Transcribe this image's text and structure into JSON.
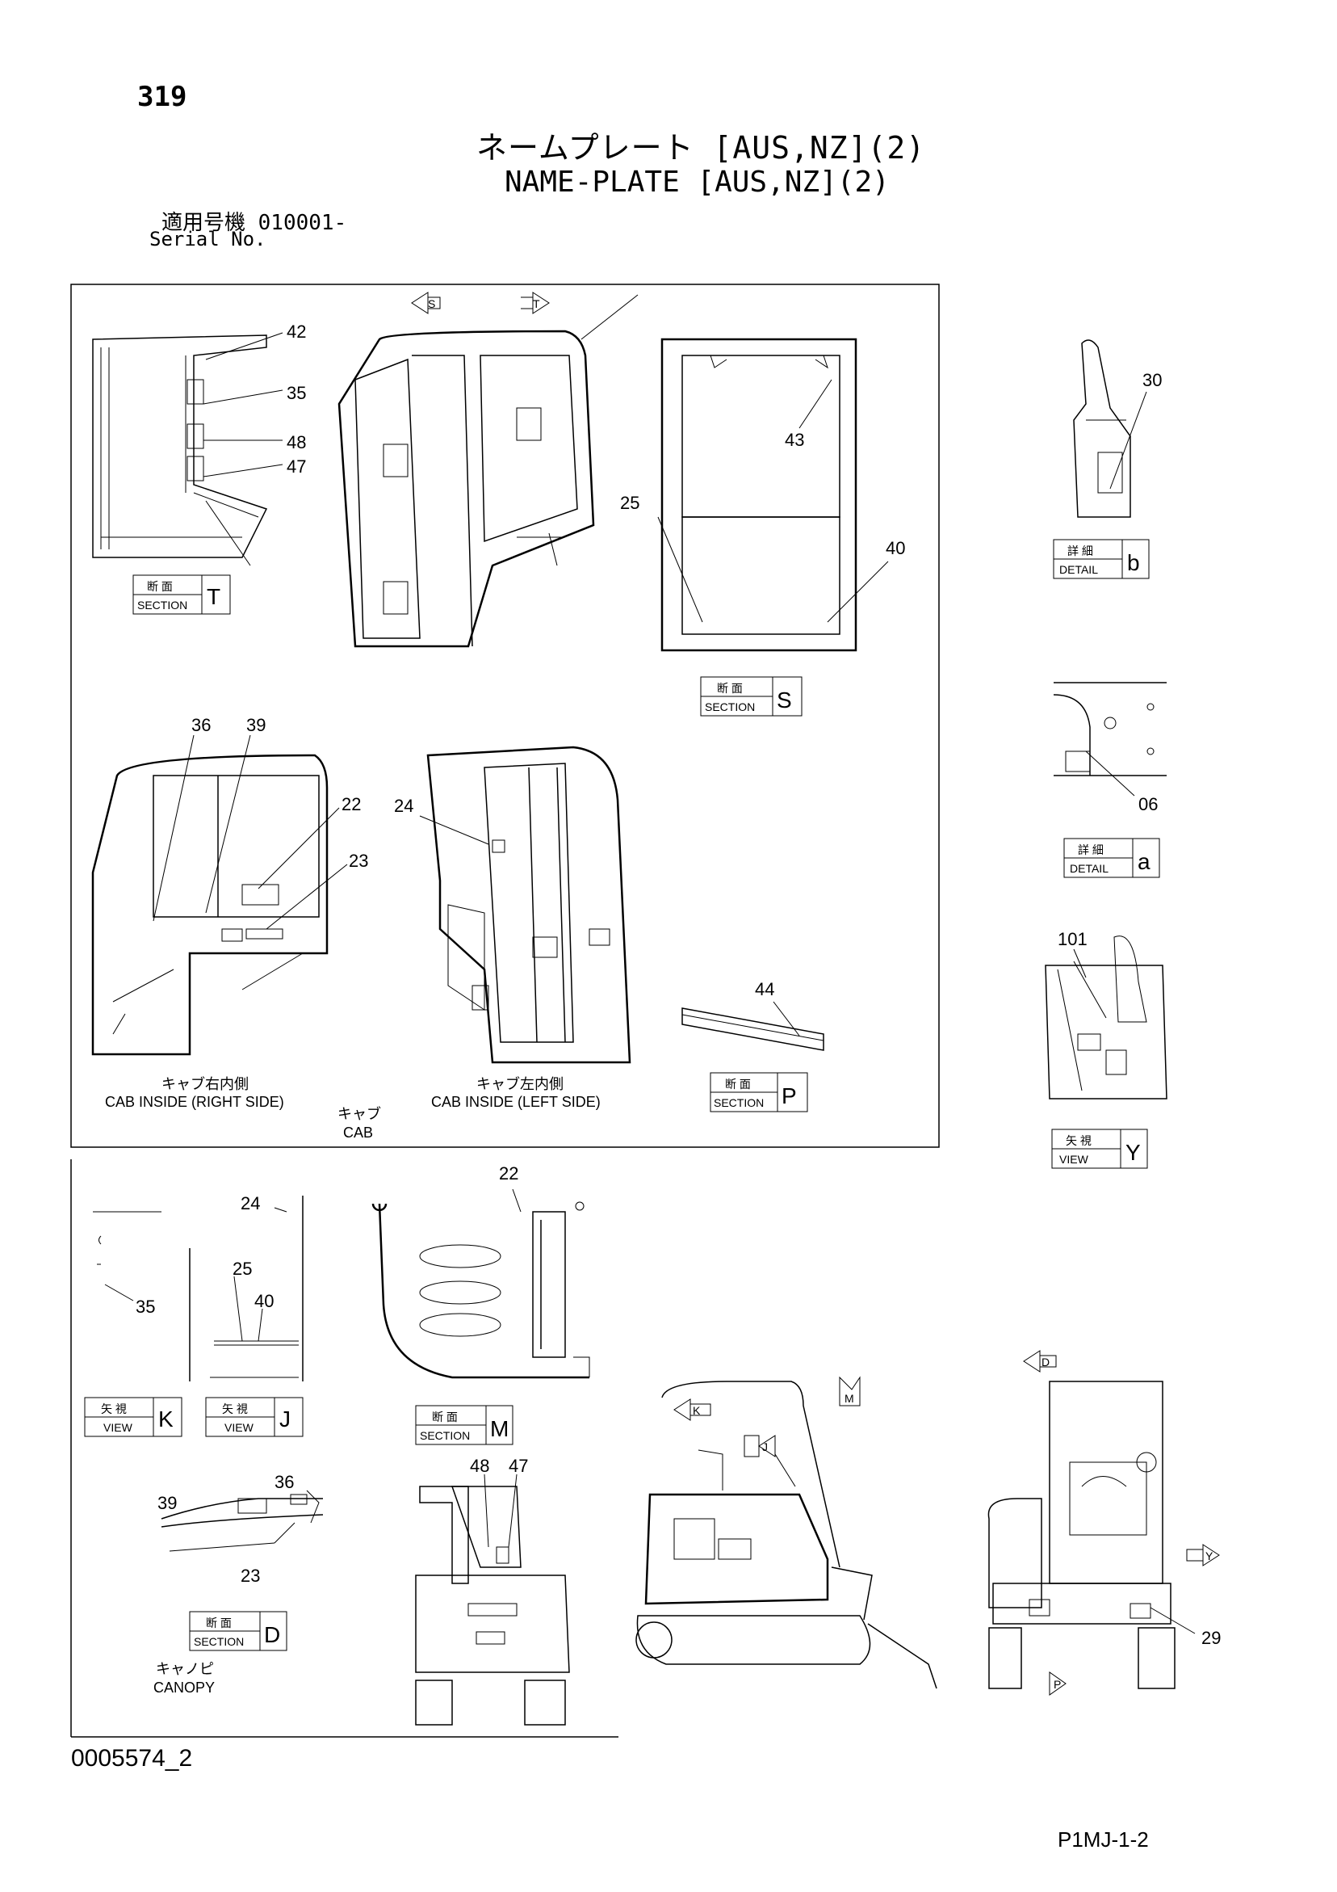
{
  "page_number": "319",
  "title_jp": "ネームプレート [AUS,NZ](2)",
  "title_en": "NAME-PLATE [AUS,NZ](2)",
  "serial_jp": "適用号機  010001-",
  "serial_en": "Serial No.",
  "doc_id": "0005574_2",
  "page_code": "P1MJ-1-2",
  "callouts": {
    "c42": "42",
    "c35": "35",
    "c48": "48",
    "c47": "47",
    "c43": "43",
    "c25": "25",
    "c40": "40",
    "c30": "30",
    "c36": "36",
    "c39": "39",
    "c22": "22",
    "c23": "23",
    "c24": "24",
    "c44": "44",
    "c06": "06",
    "c101": "101",
    "c29": "29"
  },
  "tags": {
    "section_jp": "断 面",
    "section_en": "SECTION",
    "detail_jp": "詳 細",
    "detail_en": "DETAIL",
    "view_jp": "矢 視",
    "view_en": "VIEW",
    "T": "T",
    "S": "S",
    "P": "P",
    "M": "M",
    "D": "D",
    "b": "b",
    "a": "a",
    "Y": "Y",
    "K": "K",
    "J": "J"
  },
  "arrows": {
    "S": "S",
    "T": "T",
    "K": "K",
    "J": "J",
    "M": "M",
    "D": "D",
    "Y": "Y",
    "P": "P"
  },
  "captions": {
    "cab_right_jp": "キャブ右内側",
    "cab_right_en": "CAB INSIDE (RIGHT SIDE)",
    "cab_left_jp": "キャブ左内側",
    "cab_left_en": "CAB INSIDE (LEFT SIDE)",
    "cab_jp": "キャブ",
    "cab_en": "CAB",
    "canopy_jp": "キャノピ",
    "canopy_en": "CANOPY"
  }
}
